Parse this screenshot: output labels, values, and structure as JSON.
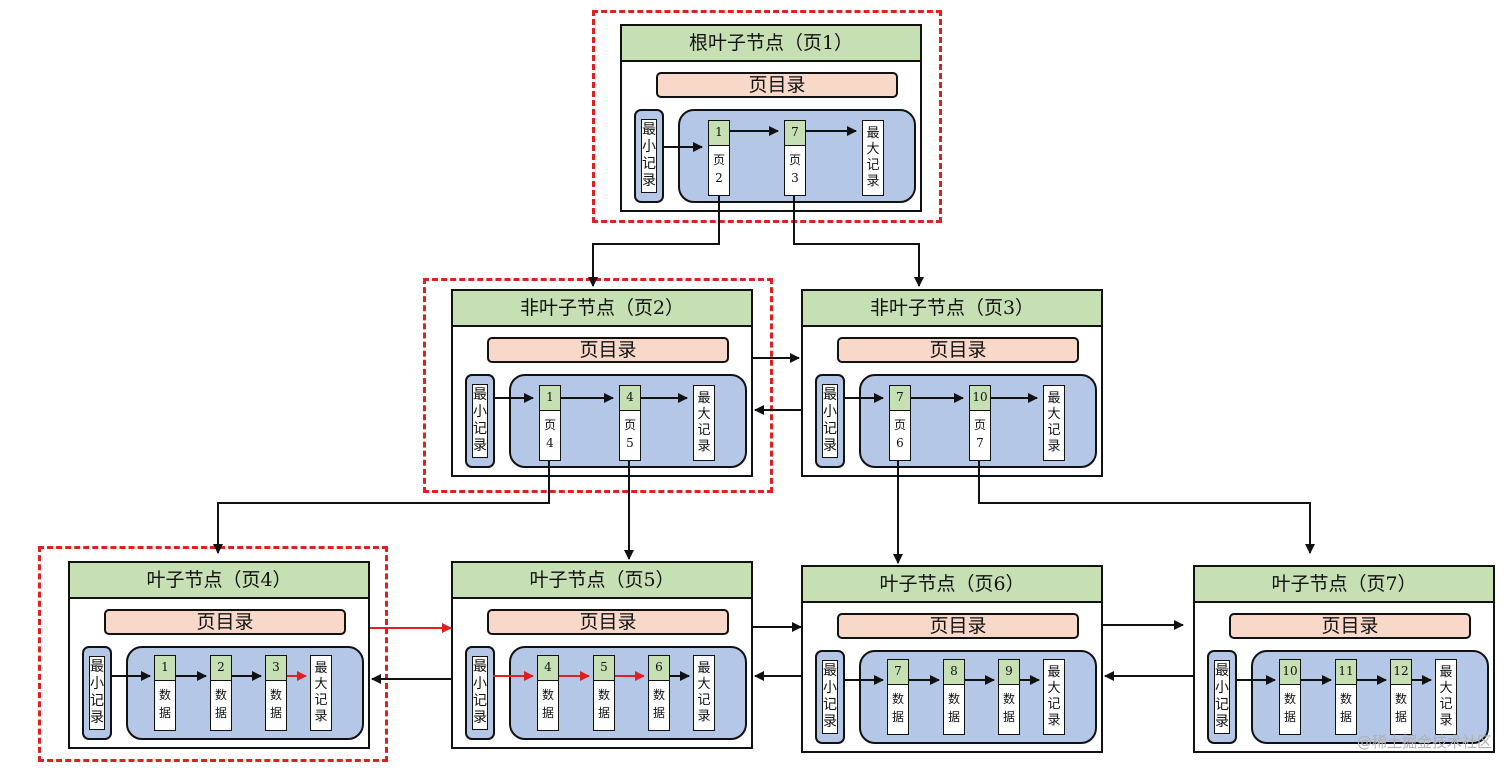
{
  "labels": {
    "page_directory": "页目录",
    "min_record_chars": [
      "最",
      "小",
      "记",
      "录"
    ],
    "max_record_chars": [
      "最",
      "大",
      "记",
      "录"
    ],
    "page_word": "页",
    "data_chars": [
      "数",
      "据"
    ]
  },
  "colors": {
    "title_fill": "#c6e0b4",
    "directory_fill": "#f8d9c9",
    "record_area_fill": "#b4c7e7",
    "highlight_dash": "#e02020",
    "pointer_red": "#e02020",
    "pointer_black": "#111111"
  },
  "pages": {
    "root": {
      "title": "根叶子节点（页1）",
      "records": [
        {
          "key": "1",
          "child": "2"
        },
        {
          "key": "7",
          "child": "3"
        }
      ]
    },
    "p2": {
      "title": "非叶子节点（页2）",
      "records": [
        {
          "key": "1",
          "child": "4"
        },
        {
          "key": "4",
          "child": "5"
        }
      ]
    },
    "p3": {
      "title": "非叶子节点（页3）",
      "records": [
        {
          "key": "7",
          "child": "6"
        },
        {
          "key": "10",
          "child": "7"
        }
      ]
    },
    "p4": {
      "title": "叶子节点（页4）",
      "records": [
        {
          "key": "1"
        },
        {
          "key": "2"
        },
        {
          "key": "3"
        }
      ]
    },
    "p5": {
      "title": "叶子节点（页5）",
      "records": [
        {
          "key": "4"
        },
        {
          "key": "5"
        },
        {
          "key": "6"
        }
      ]
    },
    "p6": {
      "title": "叶子节点（页6）",
      "records": [
        {
          "key": "7"
        },
        {
          "key": "8"
        },
        {
          "key": "9"
        }
      ]
    },
    "p7": {
      "title": "叶子节点（页7）",
      "records": [
        {
          "key": "10"
        },
        {
          "key": "11"
        },
        {
          "key": "12"
        }
      ]
    }
  },
  "highlighted_path": [
    "root",
    "p2",
    "p4"
  ],
  "watermark": "@稀土掘金技术社区"
}
